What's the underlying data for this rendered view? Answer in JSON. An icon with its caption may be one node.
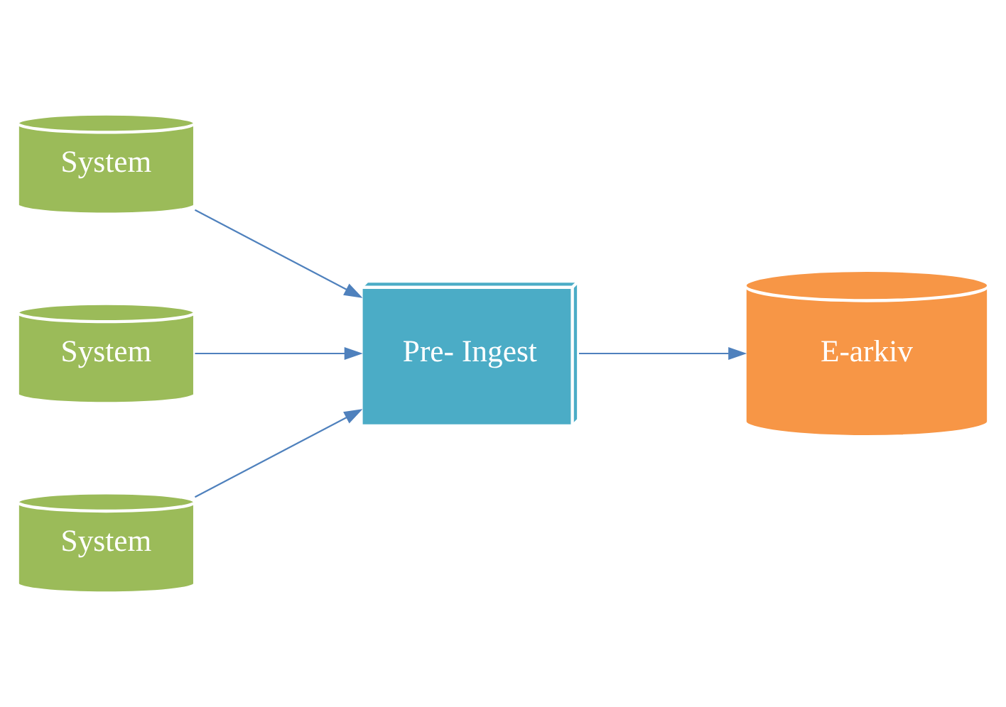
{
  "diagram": {
    "nodes": [
      {
        "text": [
          "System"
        ]
      },
      {
        "text": [
          "System"
        ]
      },
      {
        "text": [
          "System"
        ]
      },
      {
        "text": [
          "Pre- Ingest"
        ]
      },
      {
        "text": [
          "E-arkiv"
        ]
      }
    ],
    "edges": [
      {
        "from": 0,
        "to": 3,
        "arrow": "to"
      },
      {
        "from": 1,
        "to": 3,
        "arrow": "to"
      },
      {
        "from": 2,
        "to": 3,
        "arrow": "to"
      },
      {
        "from": 3,
        "to": 4,
        "arrow": "to"
      }
    ]
  }
}
